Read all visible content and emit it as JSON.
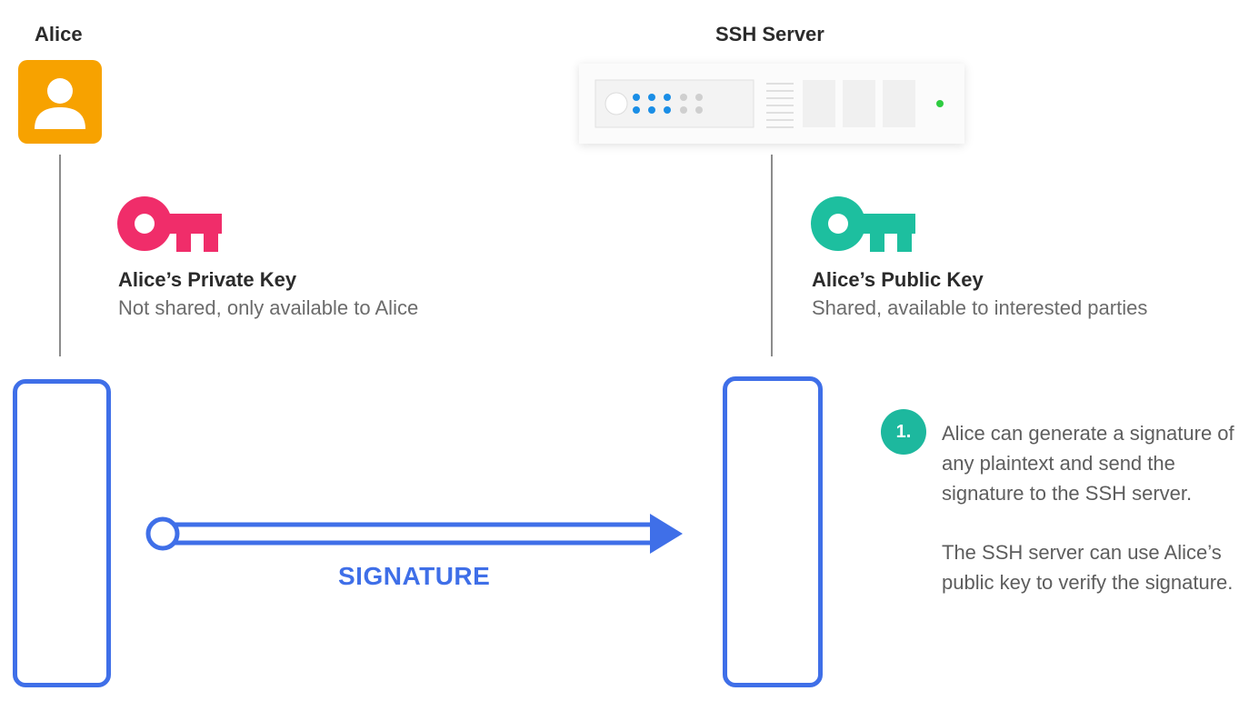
{
  "actors": {
    "alice": {
      "label": "Alice",
      "avatar_color": "#f7a200",
      "icon": "user-avatar-icon"
    },
    "server": {
      "label": "SSH Server",
      "icon": "server-rack-icon",
      "led_color": "#2ecc40",
      "dot_color": "#1a8ee6"
    }
  },
  "keys": {
    "private": {
      "title": "Alice’s Private Key",
      "description": "Not shared, only available to Alice",
      "color": "#f02d6a",
      "icon": "key-icon"
    },
    "public": {
      "title": "Alice’s Public Key",
      "description": "Shared, available to interested parties",
      "color": "#1dbf9f",
      "icon": "key-icon"
    }
  },
  "message": {
    "label": "SIGNATURE",
    "color": "#3f6fe8",
    "direction": "alice-to-server"
  },
  "step": {
    "number": "1.",
    "color": "#1db89e",
    "paragraphs": [
      "Alice can generate a signature of any plaintext and send the signature to the SSH server.",
      "The SSH server can use Alice’s public key to verify the signature."
    ]
  },
  "colors": {
    "accent": "#3f6fe8",
    "lifeline": "#8c8c8c"
  }
}
